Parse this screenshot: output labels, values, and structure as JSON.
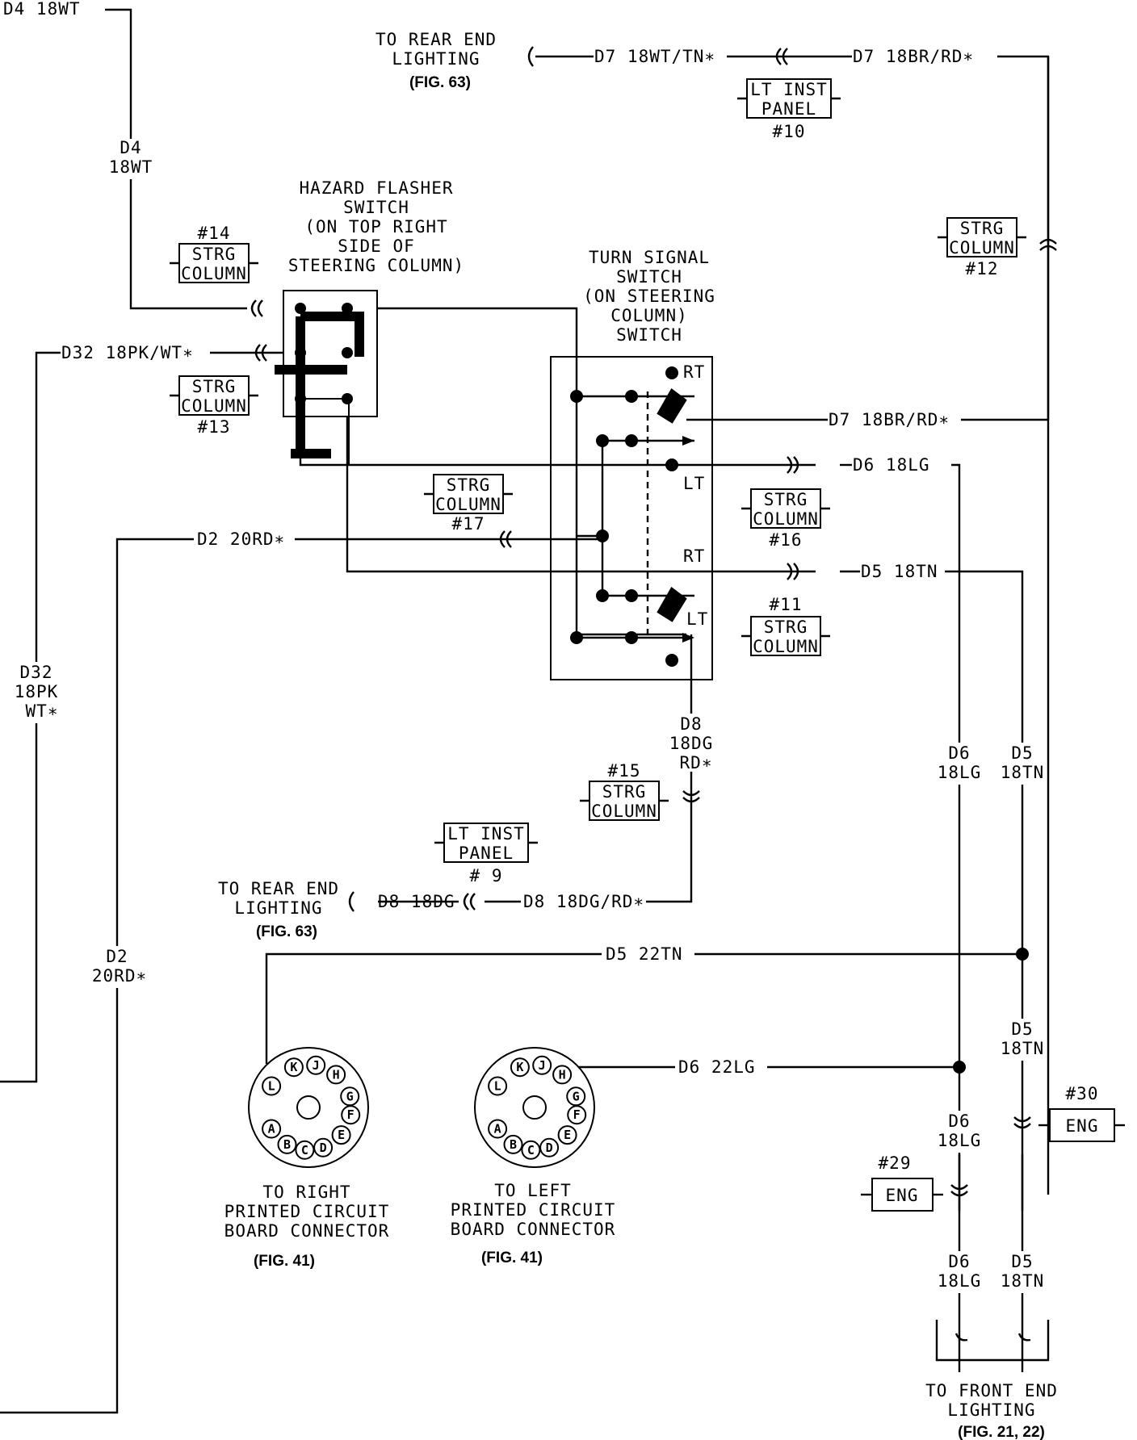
{
  "wires": {
    "d4_top": "D4 18WT",
    "d4_vert_1": "D4",
    "d4_vert_2": "18WT",
    "d32_h": "D32 18PK/WT∗",
    "d32_vert_1": "D32",
    "d32_vert_2": "18PK",
    "d32_vert_3": "WT∗",
    "d2_h": "D2 20RD∗",
    "d2_vert_1": "D2",
    "d2_vert_2": "20RD∗",
    "d7_left": "D7 18WT/TN∗",
    "d7_right": "D7 18BR/RD∗",
    "d7_mid": "D7 18BR/RD∗",
    "d6_h": "D6 18LG",
    "d5_h": "D5 18TN",
    "d8_v_1": "D8",
    "d8_v_2": "18DG",
    "d8_v_3": "RD∗",
    "d8_left": "D8 18DG",
    "d8_right": "D8 18DG/RD∗",
    "d5_22": "D5 22TN",
    "d6_22": "D6 22LG",
    "d6_v_1": "D6",
    "d6_v_2": "18LG",
    "d5_v_1": "D5",
    "d5_v_2": "18TN"
  },
  "connectors": {
    "strg_1": "STRG",
    "strg_2": "COLUMN",
    "lt_inst_1": "LT INST",
    "lt_inst_2": "PANEL",
    "eng": "ENG",
    "n10": "#10",
    "n12": "#12",
    "n13": "#13",
    "n14": "#14",
    "n15": "#15",
    "n16": "#16",
    "n17": "#17",
    "n11": "#11",
    "n9": "# 9",
    "n29": "#29",
    "n30": "#30"
  },
  "hazard": {
    "line1": "HAZARD FLASHER",
    "line2": "SWITCH",
    "line3": "(ON TOP RIGHT",
    "line4": "SIDE OF",
    "line5": "STEERING COLUMN)"
  },
  "turn": {
    "line1": "TURN SIGNAL",
    "line2": "SWITCH",
    "line3": "(ON STEERING",
    "line4": "COLUMN)",
    "line5": "SWITCH",
    "rt": "RT",
    "lt": "LT"
  },
  "destinations": {
    "rear_1": "TO REAR END",
    "rear_2": "LIGHTING",
    "fig63": "(FIG. 63)",
    "right_pcb_1": "TO RIGHT",
    "right_pcb_2": "PRINTED CIRCUIT",
    "right_pcb_3": "BOARD CONNECTOR",
    "left_pcb_1": "TO LEFT",
    "left_pcb_2": "PRINTED CIRCUIT",
    "left_pcb_3": "BOARD CONNECTOR",
    "fig41": "(FIG. 41)",
    "front_1": "TO FRONT END",
    "front_2": "LIGHTING",
    "fig21": "(FIG. 21, 22)"
  },
  "pcb_pins": [
    "A",
    "B",
    "C",
    "D",
    "E",
    "F",
    "G",
    "H",
    "J",
    "K",
    "L"
  ]
}
